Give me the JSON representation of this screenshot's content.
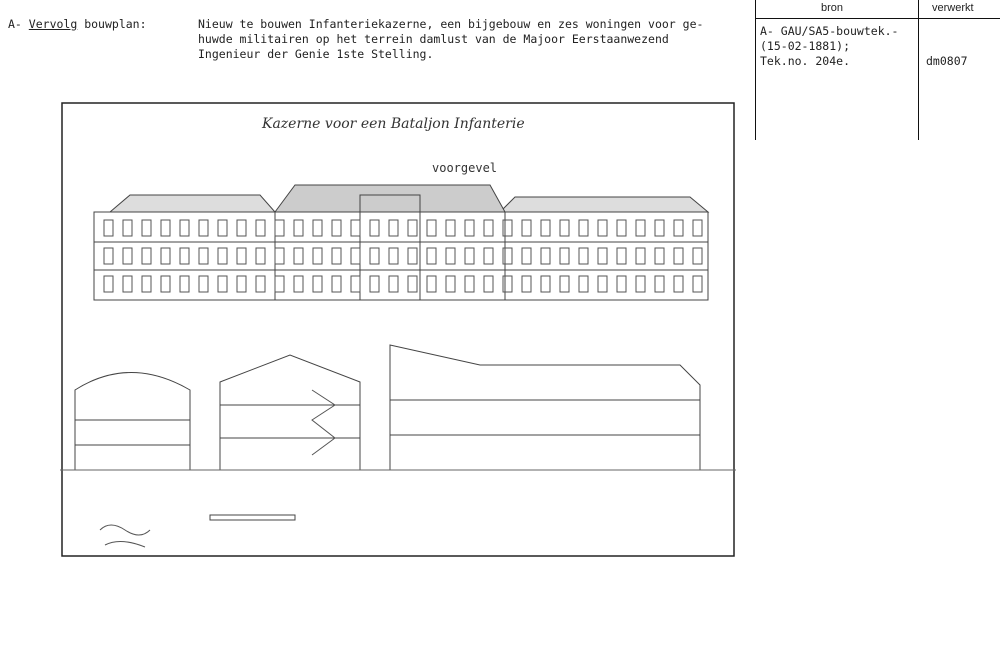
{
  "header": {
    "prefix": "A-",
    "vervolg": "Vervolg",
    "label": "bouwplan:",
    "description_lines": [
      "Nieuw te bouwen Infanteriekazerne, een bijgebouw en zes woningen voor ge-",
      "huwde militairen op het terrein damlust van de Majoor Eerstaanwezend",
      "Ingenieur der Genie 1ste Stelling."
    ]
  },
  "table": {
    "col_bron": "bron",
    "col_verwerkt": "verwerkt",
    "bron_lines": [
      "A- GAU/SA5-bouwtek.-",
      "(15-02-1881);",
      "Tek.no. 204e."
    ],
    "verwerkt": "dm0807"
  },
  "drawing": {
    "title": "Kazerne voor een Bataljon Infanterie",
    "facade_label": "voorgevel"
  }
}
